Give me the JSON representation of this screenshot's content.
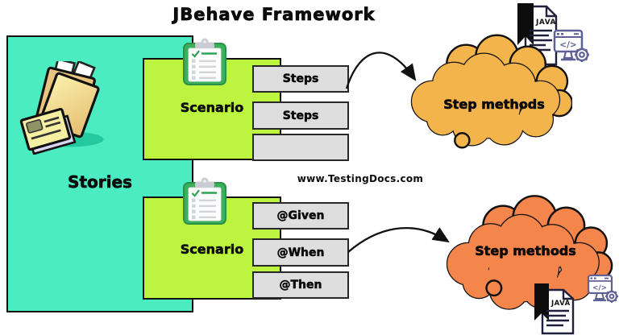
{
  "diagram": {
    "title": "JBehave Framework",
    "watermark": "www.TestingDocs.com",
    "stories": {
      "label": "Stories"
    },
    "scenario_top": {
      "label": "Scenario",
      "steps": [
        "Steps",
        "Steps",
        ""
      ]
    },
    "scenario_bottom": {
      "label": "Scenario",
      "steps": [
        "@Given",
        "@When",
        "@Then"
      ]
    },
    "cloud_top": {
      "label": "Step methods",
      "color": "#F3B44C"
    },
    "cloud_bottom": {
      "label": "Step methods",
      "color": "#F4854B"
    },
    "java_file": {
      "label": "JAVA"
    },
    "code_window": {
      "glyph": "</>"
    },
    "icons": {
      "stories": "documents-folder-icon",
      "scenario": "clipboard-checklist-icon",
      "top_right": [
        "java-file-icon",
        "code-window-gear-icon"
      ],
      "bottom_right": [
        "java-file-icon",
        "code-window-gear-icon"
      ]
    },
    "colors": {
      "stories_fill": "#4BECC1",
      "scenario_fill": "#BDF440",
      "step_box_fill": "#DEDEDE",
      "cloud_top_fill": "#F3B44C",
      "cloud_bottom_fill": "#F4854B",
      "clipboard_green": "#3BAF5C",
      "icon_purple": "#5F6095",
      "outline": "#101010"
    }
  }
}
